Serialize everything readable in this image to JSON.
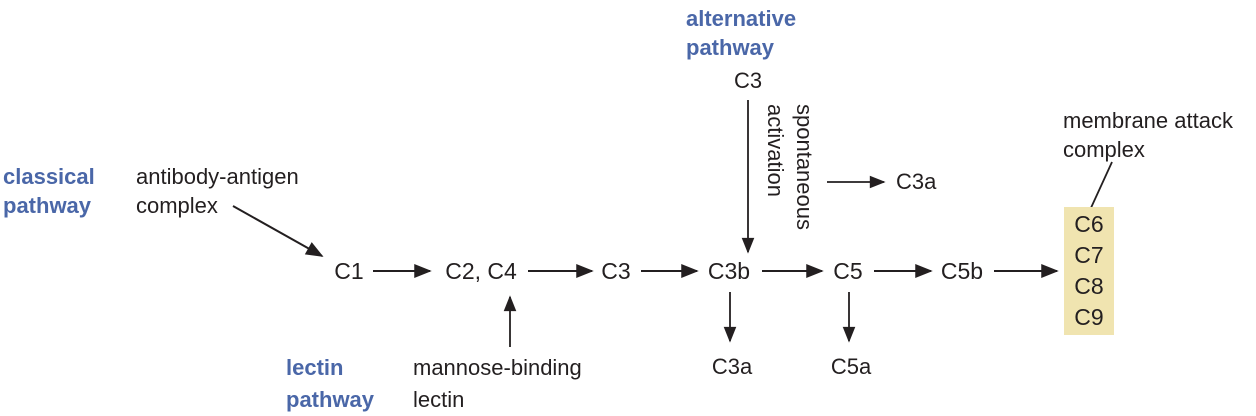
{
  "colors": {
    "ink": "#231f20",
    "pathway_blue": "#4a67a8",
    "mac_box_bg": "#f0e4b0"
  },
  "pathways": {
    "classical": {
      "label_line1": "classical",
      "label_line2": "pathway",
      "trigger_line1": "antibody-antigen",
      "trigger_line2": "complex"
    },
    "lectin": {
      "label_line1": "lectin",
      "label_line2": "pathway",
      "trigger_line1": "mannose-binding",
      "trigger_line2": "lectin"
    },
    "alternative": {
      "label_line1": "alternative",
      "label_line2": "pathway",
      "trigger": "C3",
      "mechanism_line1": "spontaneous",
      "mechanism_line2": "activation",
      "byproduct": "C3a"
    }
  },
  "cascade": {
    "nodes": [
      "C1",
      "C2, C4",
      "C3",
      "C3b",
      "C5",
      "C5b"
    ],
    "c3b_byproduct": "C3a",
    "c5_byproduct": "C5a"
  },
  "membrane_attack_complex": {
    "label_line1": "membrane attack",
    "label_line2": "complex",
    "components": [
      "C6",
      "C7",
      "C8",
      "C9"
    ]
  }
}
